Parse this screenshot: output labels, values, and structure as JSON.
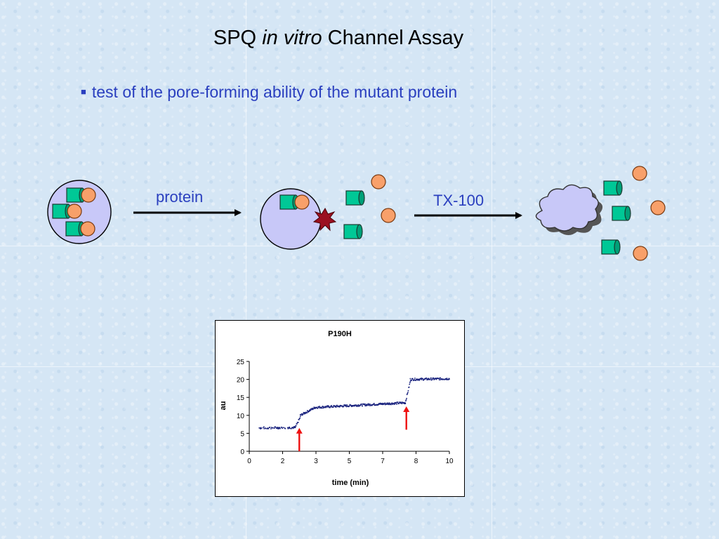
{
  "slide": {
    "title_prefix": "SPQ ",
    "title_italic": "in vitro",
    "title_suffix": " Channel Assay",
    "bullet": "test of the pore-forming ability of the mutant protein",
    "bullet_marker": "■"
  },
  "diagram": {
    "arrow1_label": "protein",
    "arrow2_label": "TX-100"
  },
  "colors": {
    "vesicle_fill": "#c8c8f8",
    "channel_fill": "#00c896",
    "spq_fill": "#f8a06a",
    "burst_fill": "#9b1020",
    "text_blue": "#2a3fbf",
    "series": "#1a237e",
    "arrow_red": "#ee1111"
  },
  "chart_data": {
    "type": "scatter",
    "title": "P190H",
    "xlabel": "time (min)",
    "ylabel": "au",
    "xlim": [
      0,
      10
    ],
    "ylim": [
      0,
      25
    ],
    "xticks": [
      "0",
      "2",
      "3",
      "5",
      "7",
      "8",
      "10"
    ],
    "yticks": [
      0,
      5,
      10,
      15,
      20,
      25
    ],
    "grid": false,
    "series": [
      {
        "segments": [
          {
            "x_start": 0.5,
            "x_end": 2.3,
            "y_start": 6.5,
            "y_end": 6.6
          },
          {
            "x_start": 2.3,
            "x_end": 2.55,
            "y_start": 6.6,
            "y_end": 9.5
          },
          {
            "x_start": 2.55,
            "x_end": 3.3,
            "y_start": 10.0,
            "y_end": 12.2
          },
          {
            "x_start": 3.3,
            "x_end": 7.8,
            "y_start": 12.2,
            "y_end": 13.5
          },
          {
            "x_start": 7.8,
            "x_end": 8.05,
            "y_start": 13.5,
            "y_end": 19.5
          },
          {
            "x_start": 8.05,
            "x_end": 10.0,
            "y_start": 20.0,
            "y_end": 20.2
          }
        ]
      }
    ],
    "annotations": [
      {
        "type": "arrow",
        "x": 2.5,
        "y_from": 0,
        "y_to": 6.5
      },
      {
        "type": "arrow",
        "x": 7.85,
        "y_from": 6,
        "y_to": 12.5
      }
    ]
  }
}
